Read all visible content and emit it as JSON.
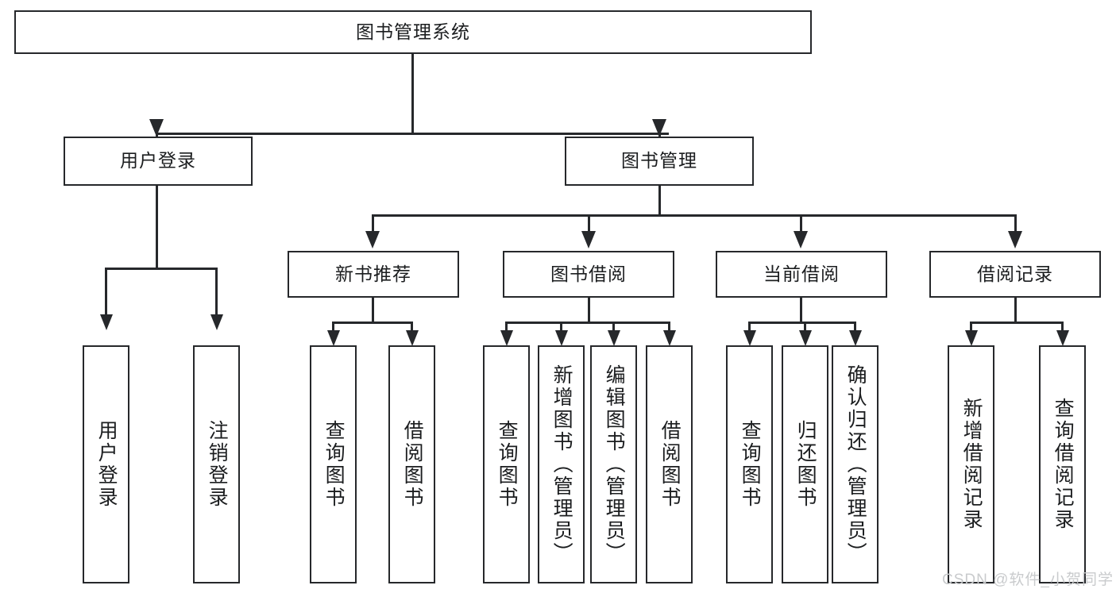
{
  "diagram": {
    "title": "图书管理系统",
    "type": "tree",
    "root": {
      "id": "root",
      "label": "图书管理系统",
      "orientation": "horizontal"
    },
    "level2": [
      {
        "id": "user-login",
        "label": "用户登录",
        "orientation": "horizontal"
      },
      {
        "id": "book-management",
        "label": "图书管理",
        "orientation": "horizontal"
      }
    ],
    "level3": [
      {
        "id": "new-book-recommend",
        "label": "新书推荐",
        "orientation": "horizontal",
        "parent": "book-management"
      },
      {
        "id": "book-borrow",
        "label": "图书借阅",
        "orientation": "horizontal",
        "parent": "book-management"
      },
      {
        "id": "current-borrow",
        "label": "当前借阅",
        "orientation": "horizontal",
        "parent": "book-management"
      },
      {
        "id": "borrow-record",
        "label": "借阅记录",
        "orientation": "horizontal",
        "parent": "book-management"
      }
    ],
    "leaves": [
      {
        "id": "leaf-user-login",
        "label": "用户登录",
        "parent": "user-login"
      },
      {
        "id": "leaf-logout-login",
        "label": "注销登录",
        "parent": "user-login"
      },
      {
        "id": "leaf-query-book-1",
        "label": "查询图书",
        "parent": "new-book-recommend"
      },
      {
        "id": "leaf-borrow-book-1",
        "label": "借阅图书",
        "parent": "new-book-recommend"
      },
      {
        "id": "leaf-query-book-2",
        "label": "查询图书",
        "parent": "book-borrow"
      },
      {
        "id": "leaf-add-book",
        "label": "新增图书（管理员）",
        "parent": "book-borrow"
      },
      {
        "id": "leaf-edit-book",
        "label": "编辑图书（管理员）",
        "parent": "book-borrow"
      },
      {
        "id": "leaf-borrow-book-2",
        "label": "借阅图书",
        "parent": "book-borrow"
      },
      {
        "id": "leaf-query-book-3",
        "label": "查询图书",
        "parent": "current-borrow"
      },
      {
        "id": "leaf-return-book",
        "label": "归还图书",
        "parent": "current-borrow"
      },
      {
        "id": "leaf-confirm-return",
        "label": "确认归还（管理员）",
        "parent": "current-borrow"
      },
      {
        "id": "leaf-add-record",
        "label": "新增借阅记录",
        "parent": "borrow-record"
      },
      {
        "id": "leaf-query-record",
        "label": "查询借阅记录",
        "parent": "borrow-record"
      }
    ],
    "watermark": "CSDN @软件_小贺同学",
    "colors": {
      "stroke": "#26282b",
      "text": "#1b1d1f",
      "background": "#ffffff",
      "watermark": "#c9cbcd"
    }
  }
}
